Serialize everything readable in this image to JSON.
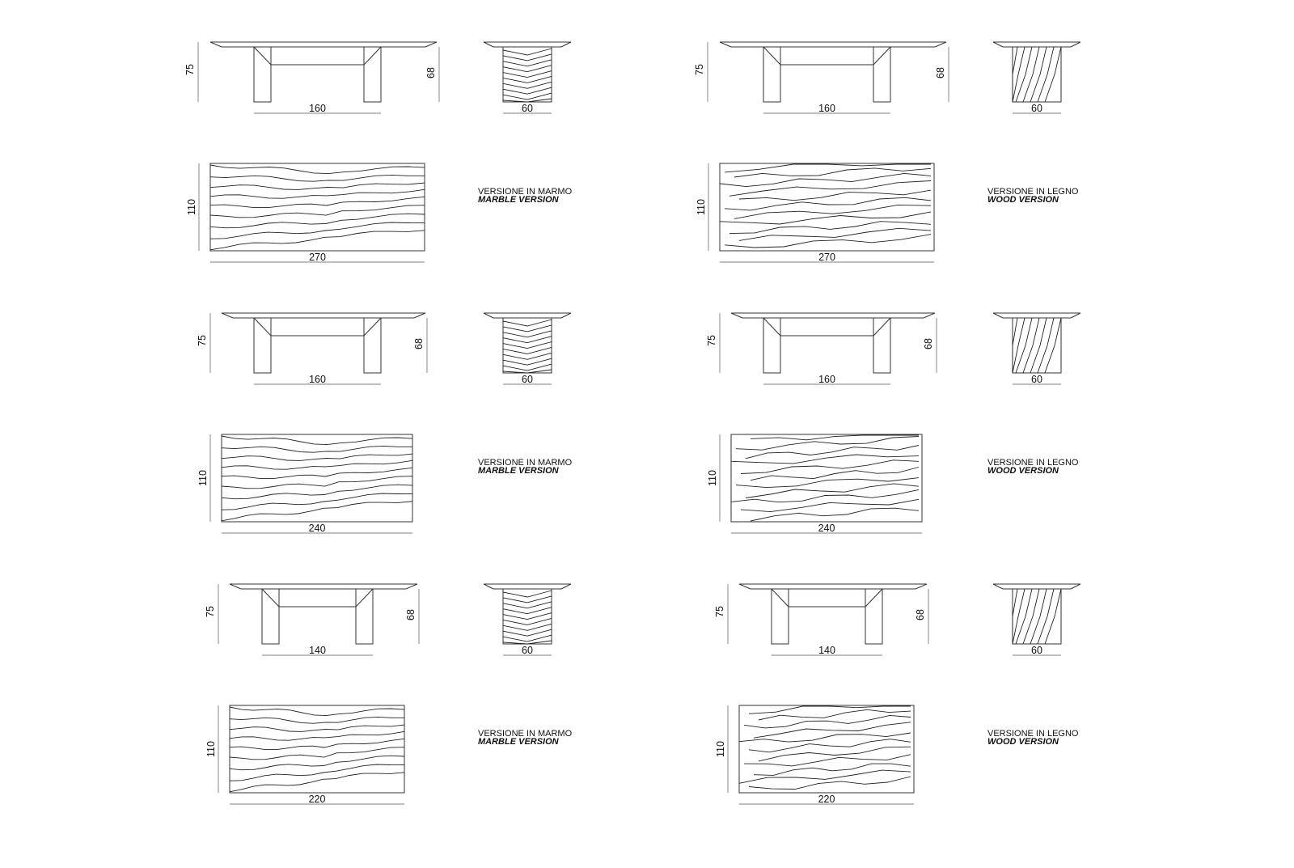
{
  "sheet": {
    "rows": [
      {
        "elevation": {
          "height": "75",
          "length": "160",
          "leg_height": "68",
          "side_width": "60"
        },
        "plan": {
          "depth": "110",
          "length": "270"
        }
      },
      {
        "elevation": {
          "height": "75",
          "length": "160",
          "leg_height": "68",
          "side_width": "60"
        },
        "plan": {
          "depth": "110",
          "length": "240"
        }
      },
      {
        "elevation": {
          "height": "75",
          "length": "140",
          "leg_height": "68",
          "side_width": "60"
        },
        "plan": {
          "depth": "110",
          "length": "220"
        }
      }
    ],
    "columns": [
      {
        "version": "marble",
        "caption_it": "VERSIONE IN MARMO",
        "caption_en": "MARBLE VERSION"
      },
      {
        "version": "wood",
        "caption_it": "VERSIONE IN LEGNO",
        "caption_en": "WOOD VERSION"
      }
    ]
  },
  "colors": {
    "line": "#333333",
    "text": "#111111",
    "background": "#ffffff"
  }
}
